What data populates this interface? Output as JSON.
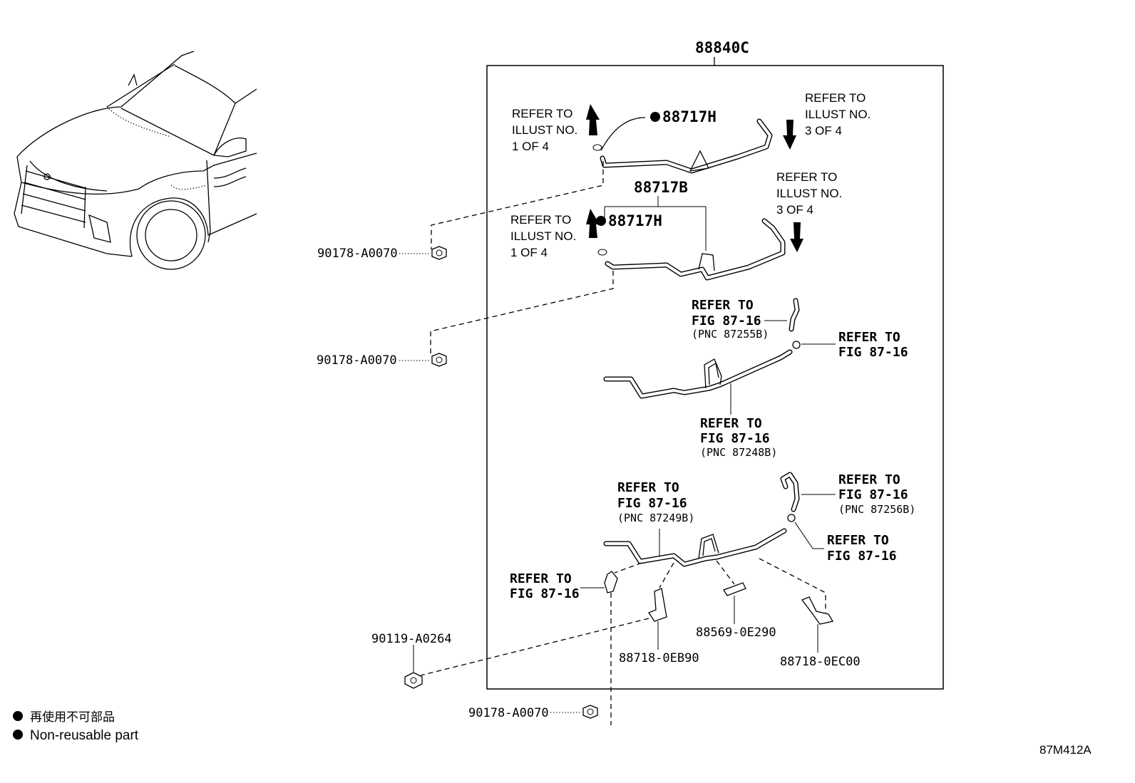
{
  "diagram_id": "87M412A",
  "assembly": {
    "part_number": "88840C"
  },
  "callouts": {
    "upper_refer_left": [
      "REFER TO",
      "ILLUST NO.",
      "1 OF 4"
    ],
    "upper_refer_right": [
      "REFER TO",
      "ILLUST NO.",
      "3 OF 4"
    ],
    "upper_oring": "88717H",
    "hose_group": "88717B",
    "mid_refer_left": [
      "REFER TO",
      "ILLUST NO.",
      "1 OF 4"
    ],
    "mid_refer_right": [
      "REFER TO",
      "ILLUST NO.",
      "3 OF 4"
    ],
    "mid_oring": "88717H",
    "pipe1_hose_ref": [
      "REFER TO",
      "FIG 87-16",
      "(PNC 87255B)"
    ],
    "pipe1_clamp_ref": [
      "REFER TO",
      "FIG 87-16"
    ],
    "pipe1_ref": [
      "REFER TO",
      "FIG 87-16",
      "(PNC 87248B)"
    ],
    "pipe2_ref": [
      "REFER TO",
      "FIG 87-16",
      "(PNC 87249B)"
    ],
    "pipe2_hose_ref": [
      "REFER TO",
      "FIG 87-16",
      "(PNC 87256B)"
    ],
    "pipe2_clamp_ref": [
      "REFER TO",
      "FIG 87-16"
    ],
    "bracket_ref": [
      "REFER TO",
      "FIG 87-16"
    ],
    "clamp_a": "88718-0EB90",
    "clamp_b": "88569-0E290",
    "clamp_c": "88718-0EC00"
  },
  "outside_parts": {
    "nut_upper": "90178-A0070",
    "nut_middle": "90178-A0070",
    "bolt": "90119-A0264",
    "nut_bottom": "90178-A0070"
  },
  "legend": {
    "line_jp": "再使用不可部品",
    "line_en": "Non-reusable part"
  }
}
